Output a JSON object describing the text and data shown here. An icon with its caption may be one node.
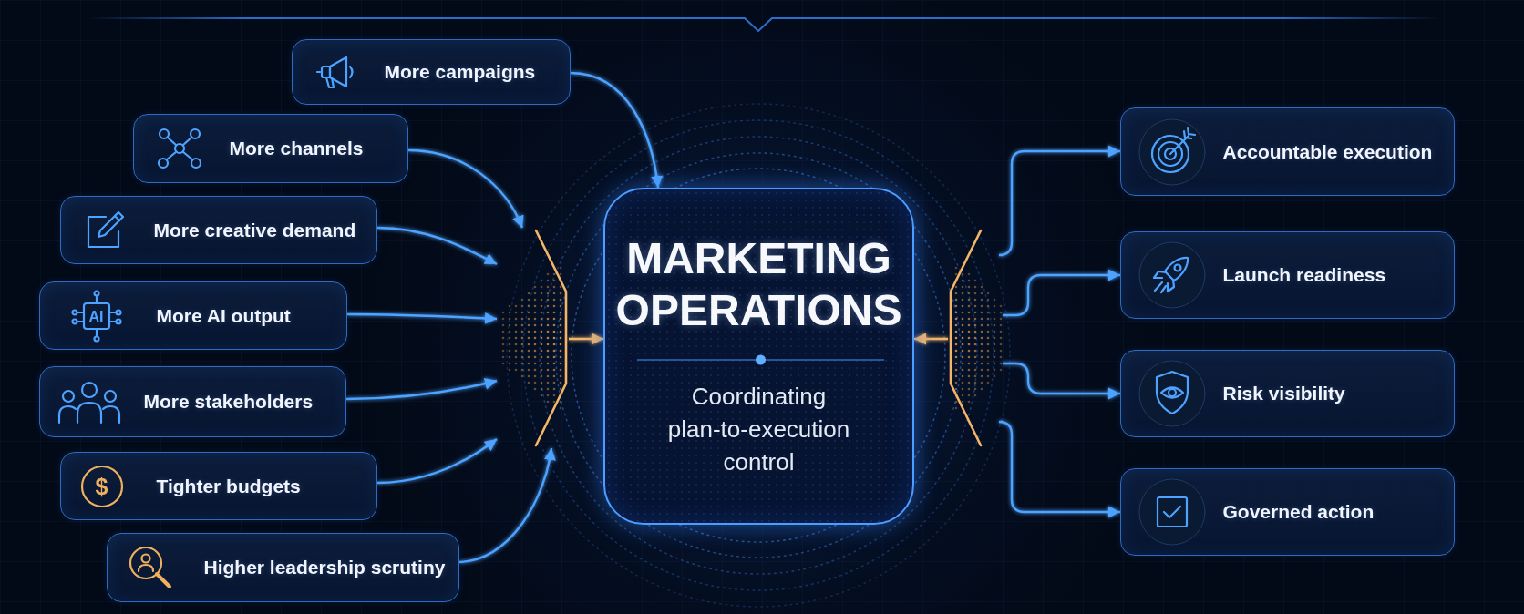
{
  "diagram": {
    "nodes": [
      {
        "text": [
          "More campaigns"
        ]
      },
      {
        "text": [
          "More channels"
        ]
      },
      {
        "text": [
          "More creative demand"
        ]
      },
      {
        "text": [
          "AI",
          "More AI output"
        ]
      },
      {
        "text": [
          "More stakeholders"
        ]
      },
      {
        "text": [
          "$",
          "Tighter budgets"
        ]
      },
      {
        "text": [
          "Higher leadership scrutiny"
        ]
      },
      {
        "text": [],
        "shape": "bracket"
      },
      {
        "text": [
          "MARKETING OPERATIONS",
          "Coordinating plan-to-execution control"
        ]
      },
      {
        "text": [],
        "shape": "bracket"
      },
      {
        "text": [
          "Accountable execution"
        ]
      },
      {
        "text": [
          "Launch readiness"
        ]
      },
      {
        "text": [
          "Risk visibility"
        ]
      },
      {
        "text": [
          "Governed action"
        ]
      }
    ],
    "edges": [
      {
        "from": 0,
        "to": 8,
        "arrow": "to"
      },
      {
        "from": 1,
        "to": 7,
        "arrow": "to"
      },
      {
        "from": 2,
        "to": 7,
        "arrow": "to"
      },
      {
        "from": 3,
        "to": 7,
        "arrow": "to"
      },
      {
        "from": 4,
        "to": 7,
        "arrow": "to"
      },
      {
        "from": 5,
        "to": 7,
        "arrow": "to"
      },
      {
        "from": 6,
        "to": 7,
        "arrow": "to"
      },
      {
        "from": 7,
        "to": 8,
        "arrow": "to",
        "color": "#f5b566"
      },
      {
        "from": 9,
        "to": 8,
        "arrow": "to",
        "color": "#f5b566"
      },
      {
        "from": 9,
        "to": 10,
        "arrow": "to"
      },
      {
        "from": 9,
        "to": 11,
        "arrow": "to"
      },
      {
        "from": 9,
        "to": 12,
        "arrow": "to"
      },
      {
        "from": 9,
        "to": 13,
        "arrow": "to"
      }
    ]
  }
}
